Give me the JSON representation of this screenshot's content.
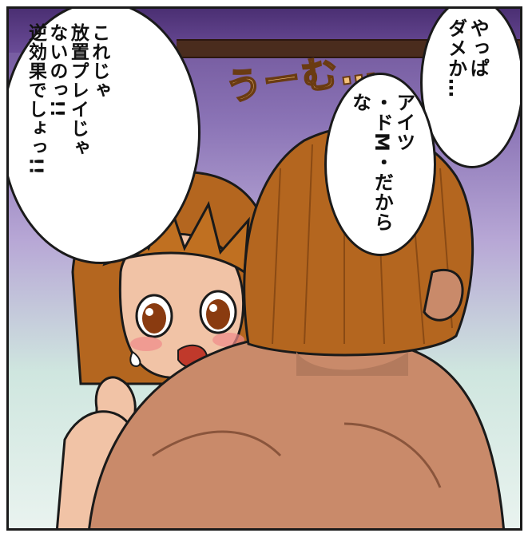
{
  "sound_effect": "うーむ…",
  "bubbles": {
    "left": {
      "lines": [
        "これじゃ",
        "放置プレイじゃ",
        "ないのっ!!",
        "逆効果でしょっ!!"
      ]
    },
    "top_right": {
      "lines": [
        "やっぱ",
        "ダメか…"
      ]
    },
    "middle": {
      "lines": [
        "アイツ",
        "・ドM・だからな"
      ]
    }
  },
  "colors": {
    "background_top": "#6b4f95",
    "background_bottom": "#e9f3ef",
    "hair": "#b4661f",
    "skin": "#c98a6a",
    "border": "#1a1a1a"
  }
}
